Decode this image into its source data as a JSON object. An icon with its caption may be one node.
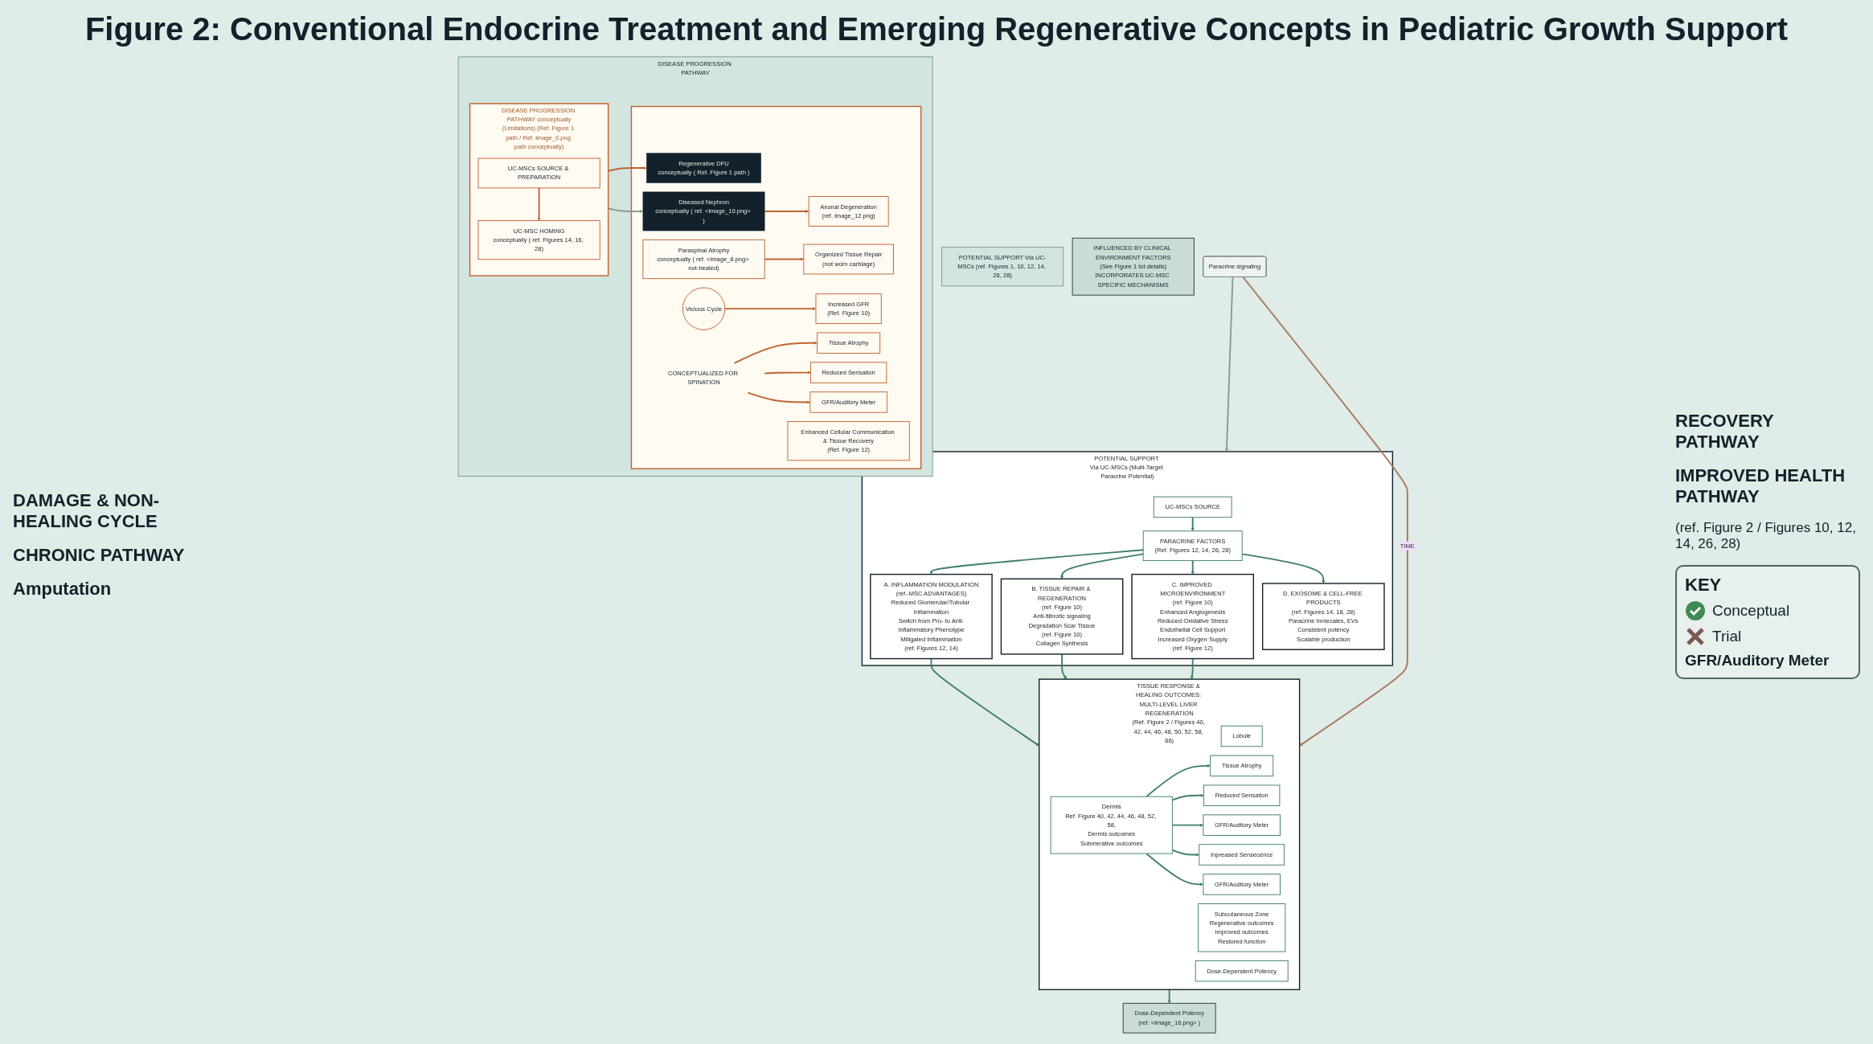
{
  "diagram": {
    "title": "Figure 2: Conventional Endocrine Treatment and Emerging Regenerative Concepts in Pediatric Growth Support",
    "nodes": [
      {
        "text": [
          "DISEASE PROGRESSION PATHWAY"
        ]
      },
      {
        "text": [
          "DISEASE PROGRESSION PATHWAY conceptually",
          "(Limitations) (Ref. Figure 1 path / Ref. image_0.png path conceptually)"
        ],
        "in": 0
      },
      {
        "text": [
          "UC-MSCs SOURCE & PREPARATION"
        ],
        "in": 1
      },
      {
        "text": [
          "UC-MSC HOMING",
          "conceptually ( ref. Figures 14, 16, 28)"
        ],
        "in": 1
      },
      {
        "text": [],
        "shape": "box",
        "in": 0
      },
      {
        "text": [
          "Regenerative DFU",
          "conceptually ( Ref. Figure 1 path )"
        ],
        "in": 4
      },
      {
        "text": [
          "Diseased Nephron",
          "conceptually ( ref. <image_10.png> )"
        ],
        "in": 4
      },
      {
        "text": [
          "Paraspinal Atrophy",
          "conceptually ( ref. <image_8.png> not-healed)"
        ],
        "in": 4
      },
      {
        "text": [
          "Vicious Cycle"
        ],
        "in": 4
      },
      {
        "text": [
          "Axonal Degeneration",
          "(ref. image_12.png)"
        ],
        "in": 4
      },
      {
        "text": [
          "Organized Tissue Repair",
          "(not worn carblage)"
        ],
        "in": 4
      },
      {
        "text": [
          "Increased GFR",
          "(Ref. Figure 10)"
        ],
        "in": 4
      },
      {
        "text": [
          "Enhanced Cellular Communication & Tissue Recovery",
          "(Ref. Figure 12)"
        ],
        "in": 4
      },
      {
        "text": [
          "CONCEPTUALIZED FOR SPINATION"
        ],
        "in": 4
      },
      {
        "text": [
          "Tissue Atrophy"
        ],
        "in": 4
      },
      {
        "text": [
          "Reduced Sensation"
        ],
        "in": 4
      },
      {
        "text": [
          "GFR/Auditory Meter"
        ],
        "in": 4
      },
      {
        "text": [
          "POTENTIAL SUPPORT Via UC-MSCs (ref. Figures 1, 10, 12, 14, 26, 28)"
        ]
      },
      {
        "text": [
          "POTENTIAL SUPPORT Via UC-MSCs (Multi-Target Paracrine Potential)"
        ]
      },
      {
        "text": [
          "UC-MSCs SOURCE"
        ],
        "in": 18
      },
      {
        "text": [
          "PARACRINE FACTORS",
          "(Ref. Figures 12, 14, 26, 28)"
        ],
        "in": 18
      },
      {
        "text": [
          "A. INFLAMMATION MODULATION",
          "(ref.-MSC ADVANTAGES)",
          "Reduced Giomerular/Tubular Inflammation",
          "Switch from Pro- to Anti-Inflammatory Phenotype",
          "Mitigated Inflammation",
          "(ref. Figures 12, 14)"
        ],
        "in": 18
      },
      {
        "text": [
          "B. TISSUE REPAIR & REGENERATION",
          "(ref. Figure 10)",
          "Anti-fiibrotic signaling",
          "Degradation Scar Tissue",
          "(ref. Figure 10)",
          "Collagen Synthesis"
        ],
        "in": 18
      },
      {
        "text": [
          "C. IMPROVED MICROENVIRONMENT",
          "(ref. Figure 10)",
          "Enhanced Angiogenesis",
          "Reduced Oxidative Stress",
          "Endothelial Cell Support",
          "Increased Oxygen Supply",
          "(ref. Figure 12)"
        ],
        "in": 18
      },
      {
        "text": [
          "D. EXOSOME & CELL-FREE PRODUCTS",
          "(ref. Figures 14, 18, 28)",
          "Paracrine Inniecales, EVs",
          "Consistent potency",
          "Scalable production"
        ],
        "in": 18
      },
      {
        "text": [
          "TISSUE RESPONSE & HEALING OUTCOMES: MULTI-LEVEL LIVER REGENERATION",
          "(Ref. Figure 2 / Figures 40, 42, 44, 46, 48, 50, 52, 58, 66)"
        ]
      },
      {
        "text": [
          "Lobule"
        ],
        "in": 25
      },
      {
        "text": [
          "Dermis",
          "Ref. Figure 40, 42, 44, 46, 48, 52, 58,",
          "Dermis outcomes",
          "Submerative outcomes"
        ],
        "in": 25
      },
      {
        "text": [
          "Subcutaneous Zone",
          "Regenerative outcomes",
          "improved outcomes",
          "Restored function"
        ],
        "in": 25
      },
      {
        "text": [
          "Dose-Dependent Potency"
        ],
        "in": 25
      },
      {
        "text": [
          "Tissue Atrophy"
        ],
        "in": 25
      },
      {
        "text": [
          "Reduced Sensation"
        ],
        "in": 25
      },
      {
        "text": [
          "GFR/Auditory Meter"
        ],
        "in": 25
      },
      {
        "text": [
          "Inpreased Sensecence"
        ],
        "in": 25
      },
      {
        "text": [
          "GFR/Auditory Meter"
        ],
        "in": 25
      },
      {
        "text": [
          "Dose-Dependent Potency",
          "(ref. <image_16.png> )"
        ]
      },
      {
        "text": [
          "INFLUENCED BY CLINICAL ENVIRONMENT FACTORS",
          "(See Figure 1 tot details)",
          "INCORPORATES UC-MSC SPECIFIC MECHANISMS"
        ]
      },
      {
        "text": [
          "Paracrine signaling"
        ]
      }
    ],
    "edges": [
      {
        "from": 2,
        "to": 3,
        "arrow": "to",
        "color": "#c0652f"
      },
      {
        "from": 1,
        "to": 5,
        "arrow": "to",
        "color": "#c0652f"
      },
      {
        "from": 1,
        "to": 6,
        "arrow": "to",
        "color": "#8a9a98"
      },
      {
        "from": 6,
        "to": 9,
        "arrow": "to",
        "color": "#c0652f"
      },
      {
        "from": 7,
        "to": 10,
        "arrow": "to",
        "color": "#c0652f"
      },
      {
        "from": 8,
        "to": 11,
        "arrow": "to",
        "color": "#c0652f"
      },
      {
        "from": 13,
        "to": 14,
        "arrow": "to",
        "color": "#c0652f"
      },
      {
        "from": 13,
        "to": 15,
        "arrow": "to",
        "color": "#c0652f"
      },
      {
        "from": 13,
        "to": 16,
        "arrow": "to",
        "color": "#c0652f"
      },
      {
        "from": 19,
        "to": 20,
        "arrow": "to"
      },
      {
        "from": 20,
        "to": 21,
        "arrow": "to"
      },
      {
        "from": 20,
        "to": 22,
        "arrow": "to"
      },
      {
        "from": 20,
        "to": 23,
        "arrow": "to"
      },
      {
        "from": 20,
        "to": 24,
        "arrow": "to"
      },
      {
        "from": 21,
        "to": 25,
        "arrow": "to"
      },
      {
        "from": 22,
        "to": 25,
        "arrow": "to"
      },
      {
        "from": 23,
        "to": 25,
        "arrow": "to"
      },
      {
        "from": 27,
        "to": 30,
        "arrow": "to"
      },
      {
        "from": 27,
        "to": 31,
        "arrow": "to"
      },
      {
        "from": 27,
        "to": 32,
        "arrow": "to"
      },
      {
        "from": 27,
        "to": 33,
        "arrow": "to"
      },
      {
        "from": 27,
        "to": 34,
        "arrow": "to"
      },
      {
        "from": 25,
        "to": 35,
        "arrow": "to"
      },
      {
        "from": 37,
        "to": 18,
        "arrow": "to",
        "color": "#8a9a98"
      },
      {
        "from": 37,
        "to": 25,
        "label": "TIME",
        "arrow": "to",
        "color": "#a8765a"
      }
    ],
    "labels": [
      "DAMAGE & NON-HEALING CYCLE",
      "CHRONIC PATHWAY",
      "Amputation",
      "RECOVERY PATHWAY",
      "IMPROVED HEALTH PATHWAY",
      "(ref. Figure 2 / Figures 10, 12, 14, 26, 28)",
      "KEY"
    ],
    "legend": [
      {
        "text": "Conceptual"
      },
      {
        "text": "Trial"
      },
      {
        "text": "GFR/Auditory Meter"
      }
    ]
  }
}
